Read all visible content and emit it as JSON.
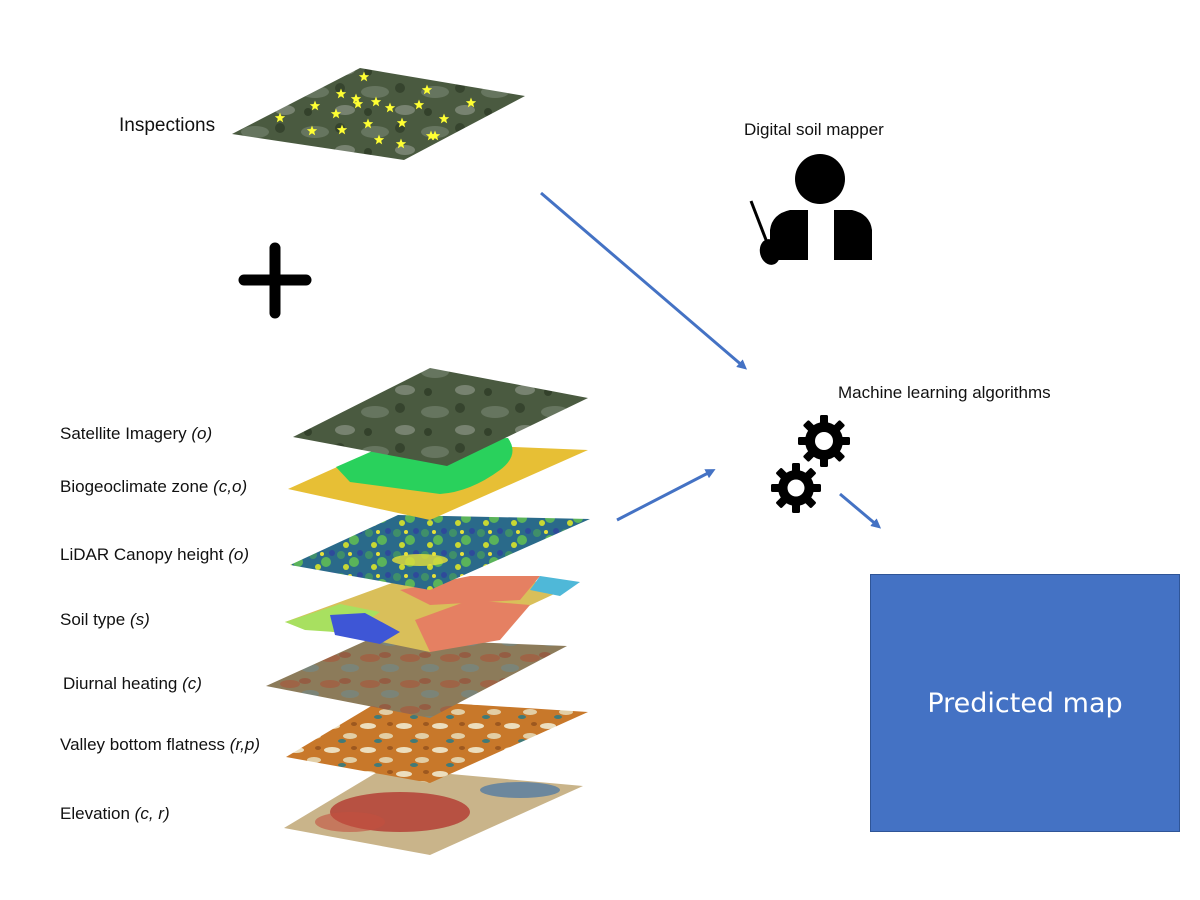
{
  "inspections_label": "Inspections",
  "digital_soil_mapper_label": "Digital soil mapper",
  "ml_label": "Machine learning algorithms",
  "predicted_map_label": "Predicted map",
  "layers": [
    {
      "name": "Satellite Imagery",
      "qualifier": "(o)"
    },
    {
      "name": "Biogeoclimate zone",
      "qualifier": "(c,o)"
    },
    {
      "name": "LiDAR Canopy height",
      "qualifier": "(o)"
    },
    {
      "name": "Soil type",
      "qualifier": "(s)"
    },
    {
      "name": "Diurnal heating",
      "qualifier": "(c)"
    },
    {
      "name": "Valley bottom flatness",
      "qualifier": "(r,p)"
    },
    {
      "name": "Elevation",
      "qualifier": "(c, r)"
    }
  ],
  "colors": {
    "arrow": "#4472c4",
    "predicted_map_fill": "#4472c4",
    "star": "#ffff33",
    "icon": "#000000"
  }
}
